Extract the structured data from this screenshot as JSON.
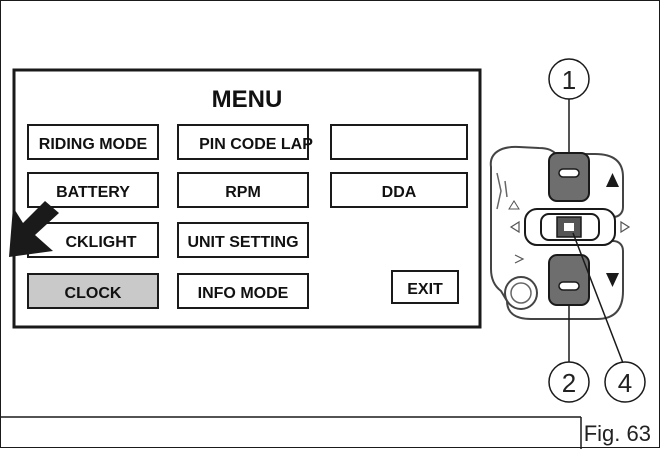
{
  "menu": {
    "title": "MENU",
    "items": {
      "riding_mode": "RIDING MODE",
      "pin_code_lap": "PIN CODE LAP",
      "blank": "",
      "battery": "BATTERY",
      "rpm": "RPM",
      "dda": "DDA",
      "backlight": "CKLIGHT",
      "unit_setting": "UNIT SETTING",
      "clock": "CLOCK",
      "info_mode": "INFO MODE",
      "exit": "EXIT"
    },
    "selected": "clock"
  },
  "callouts": [
    "1",
    "2",
    "4"
  ],
  "figure_label": "Fig. 63",
  "colors": {
    "ink": "#1a1a1a",
    "selected_fill": "#c9c9c9",
    "button_fill": "#6e6e6e"
  }
}
